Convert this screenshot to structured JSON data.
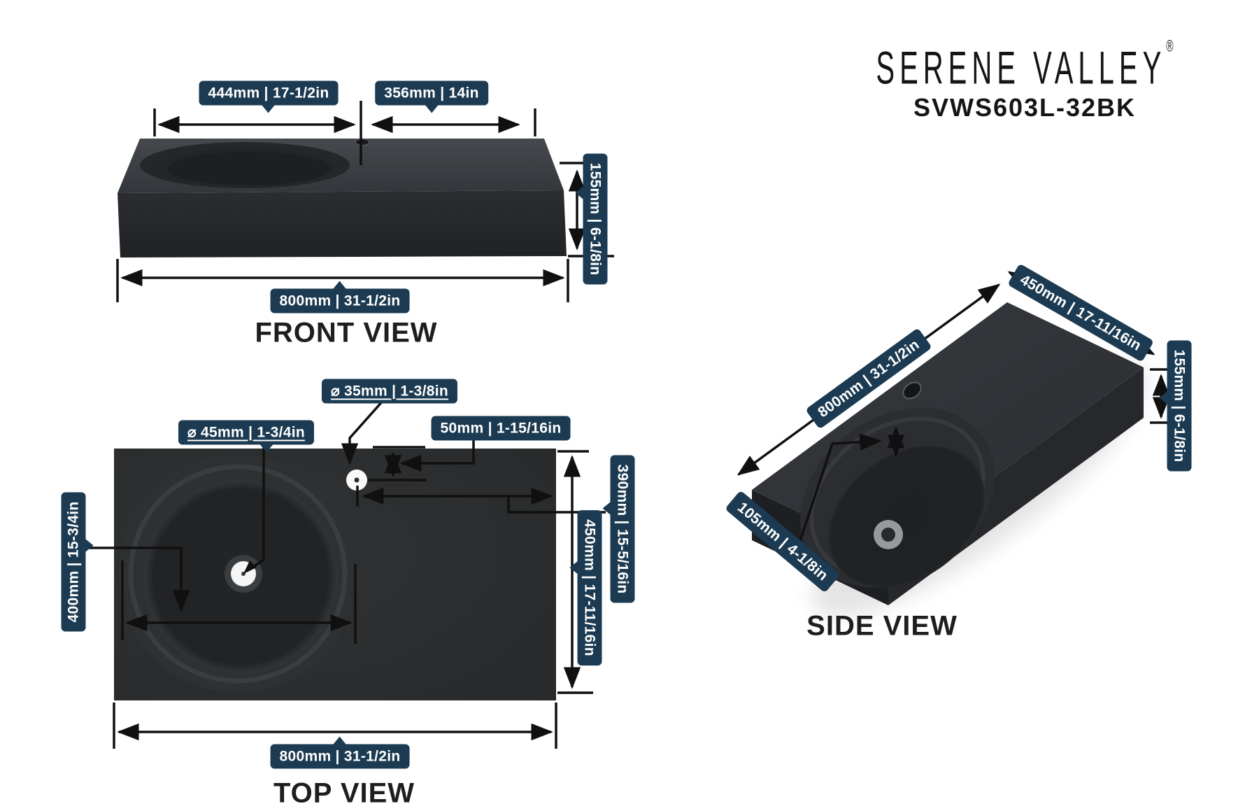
{
  "brand": {
    "logo": "SERENE VALLEY",
    "registered": "®",
    "model": "SVWS603L-32BK"
  },
  "colors": {
    "label_bg": "#1c3b52",
    "line": "#101010",
    "sink_top": "#3a3d40",
    "sink_front": "#28292c",
    "basin": "#202224"
  },
  "views": {
    "front": {
      "title": "FRONT VIEW",
      "dims": {
        "basin_width": "444mm | 17-1/2in",
        "right_width": "356mm | 14in",
        "height": "155mm | 6-1/8in",
        "total_width": "800mm | 31-1/2in"
      }
    },
    "top": {
      "title": "TOP VIEW",
      "dims": {
        "drain_diameter": "⌀ 45mm | 1-3/4in",
        "faucet_diameter": "⌀ 35mm | 1-3/8in",
        "faucet_offset": "50mm | 1-15/16in",
        "faucet_to_edge": "390mm | 15-5/16in",
        "depth": "450mm | 17-11/16in",
        "basin_width": "400mm | 15-3/4in",
        "total_width": "800mm | 31-1/2in"
      }
    },
    "side": {
      "title": "SIDE VIEW",
      "dims": {
        "length": "800mm | 31-1/2in",
        "depth": "450mm | 17-11/16in",
        "height": "155mm | 6-1/8in",
        "basin_depth": "105mm | 4-1/8in"
      }
    }
  }
}
